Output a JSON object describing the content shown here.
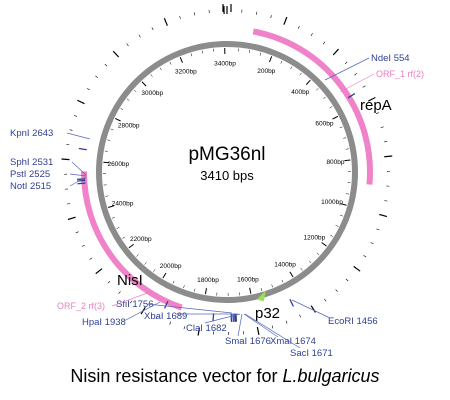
{
  "plasmid": {
    "name": "pMG36nl",
    "size": "3410 bps",
    "length": 3410
  },
  "colors": {
    "backbone": "#8c8c8c",
    "feature": "#ef82c8",
    "feature_label": "#e87fbf",
    "site_label": "#2f3f93",
    "site_line": "#5566b8",
    "promoter": "#9be05a",
    "ticks": "#000000"
  },
  "inner_ticks": [
    "200bp",
    "400bp",
    "600bp",
    "800bp",
    "1000bp",
    "1200bp",
    "1400bp",
    "1600bp",
    "1800bp",
    "2000bp",
    "2200bp",
    "2400bp",
    "2600bp",
    "2800bp",
    "3000bp",
    "3200bp",
    "3400bp"
  ],
  "features": [
    {
      "name": "repA",
      "kind": "gene",
      "start": 100,
      "end": 900
    },
    {
      "name": "NisI",
      "kind": "gene",
      "start": 1880,
      "end": 2560
    },
    {
      "name": "p32",
      "kind": "promoter",
      "start": 1540,
      "end": 1580
    }
  ],
  "orfs": [
    {
      "label": "ORF_1 rf(2)",
      "pos": 615
    },
    {
      "label": "ORF_2 rf(3)",
      "pos": 1980
    }
  ],
  "sites": [
    {
      "label": "NdeI 554",
      "pos": 554
    },
    {
      "label": "EcoRI 1456",
      "pos": 1456
    },
    {
      "label": "SacI 1671",
      "pos": 1671
    },
    {
      "label": "XmaI 1674",
      "pos": 1674
    },
    {
      "label": "SmaI 1676",
      "pos": 1676
    },
    {
      "label": "ClaI 1682",
      "pos": 1682
    },
    {
      "label": "XbaI 1689",
      "pos": 1689
    },
    {
      "label": "SfiI 1756",
      "pos": 1756
    },
    {
      "label": "HpaI 1938",
      "pos": 1938
    },
    {
      "label": "NotI 2515",
      "pos": 2515
    },
    {
      "label": "PstI 2525",
      "pos": 2525
    },
    {
      "label": "SphI 2531",
      "pos": 2531
    },
    {
      "label": "KpnI 2643",
      "pos": 2643
    }
  ],
  "caption": {
    "text": "Nisin resistance vector for ",
    "species": "L.bulgaricus"
  }
}
